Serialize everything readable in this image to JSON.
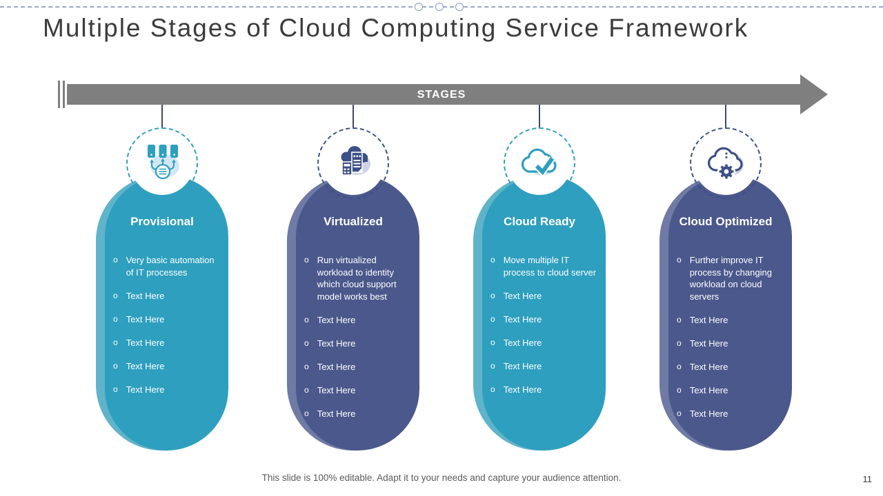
{
  "slide": {
    "title": "Multiple Stages of Cloud Computing Service Framework",
    "stages_label": "STAGES",
    "bullet_marker": "o",
    "footer_note": "This slide is 100% editable. Adapt it to your needs and capture your audience attention.",
    "page_number": "11"
  },
  "colors": {
    "teal": "#2E9FBE",
    "teal_light": "#5FB4C9",
    "navy": "#4B588C",
    "navy_light": "#6F7AA5",
    "icon_navy": "#3D4F87",
    "banner_gray": "#7F7F7F",
    "top_divider": "#9BA5C9",
    "connector": "#3D4963"
  },
  "stages": [
    {
      "name": "Provisional",
      "theme": "teal",
      "icon": "distribution-servers-icon",
      "bullets": [
        "Very basic automation of IT processes",
        "Text Here",
        "Text Here",
        "Text Here",
        "Text Here",
        "Text Here"
      ]
    },
    {
      "name": "Virtualized",
      "theme": "navy",
      "icon": "cloud-building-calculator-icon",
      "bullets": [
        "Run virtualized workload to identity which cloud support model works best",
        "Text Here",
        "Text Here",
        "Text Here",
        "Text Here",
        "Text Here"
      ]
    },
    {
      "name": "Cloud Ready",
      "theme": "teal",
      "icon": "cloud-check-icon",
      "bullets": [
        "Move multiple IT process to cloud server",
        "Text Here",
        "Text Here",
        "Text Here",
        "Text Here",
        "Text Here"
      ]
    },
    {
      "name": "Cloud Optimized",
      "theme": "navy",
      "icon": "cloud-gear-icon",
      "bullets": [
        "Further improve IT process by changing workload on cloud servers",
        "Text Here",
        "Text Here",
        "Text Here",
        "Text Here",
        "Text Here"
      ]
    }
  ]
}
